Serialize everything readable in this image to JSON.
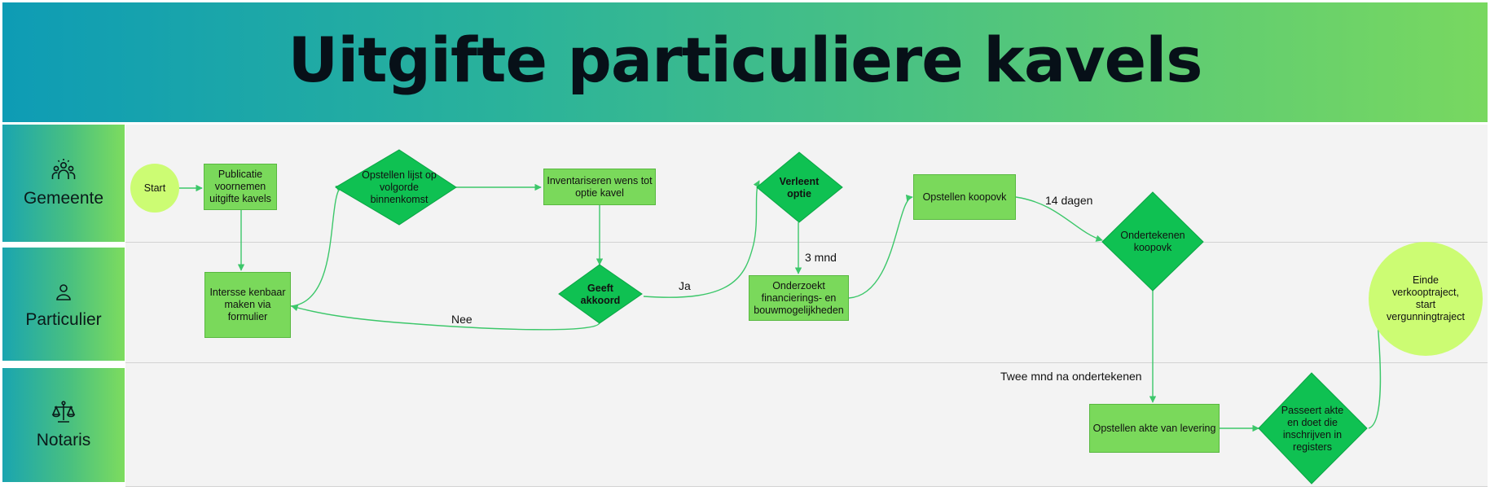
{
  "title": "Uitgifte particuliere kavels",
  "lanes": {
    "gemeente": "Gemeente",
    "particulier": "Particulier",
    "notaris": "Notaris"
  },
  "nodes": {
    "start": "Start",
    "publicatie": "Publicatie voornemen uitgifte kavels",
    "opstellen_lijst": "Opstellen lijst op volgorde binnenkomst",
    "inventariseren": "Inventariseren wens tot optie kavel",
    "verleent_optie": "Verleent optie",
    "opstellen_koopovk": "Opstellen koopovk",
    "ondertekenen_koopovk": "Ondertekenen koopovk",
    "interesse": "Intersse kenbaar maken via formulier",
    "geeft_akkoord": "Geeft akkoord",
    "onderzoekt": "Onderzoekt financierings- en bouwmogelijkheden",
    "einde": "Einde verkooptraject, start vergunningtraject",
    "opstellen_akte": "Opstellen akte van levering",
    "passeert_akte": "Passeert akte en doet die inschrijven in registers"
  },
  "edge_labels": {
    "nee": "Nee",
    "ja": "Ja",
    "drie_mnd": "3 mnd",
    "veertien_dagen": "14 dagen",
    "twee_mnd": "Twee mnd na ondertekenen"
  },
  "colors": {
    "lane_icon": "#0a1a1a",
    "node_fill": "#7ad95b",
    "diamond_fill": "#0fc152",
    "terminal_fill": "#ccfc73",
    "connector": "#3cc76a"
  }
}
